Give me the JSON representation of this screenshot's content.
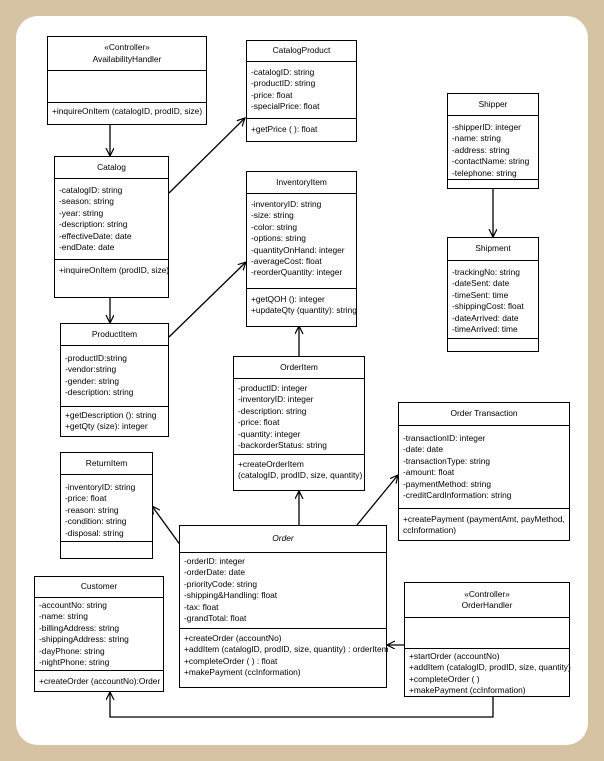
{
  "classes": {
    "availability_handler": {
      "stereotype": "«Controller»",
      "name": "AvailabilityHandler",
      "attributes": [],
      "operations": [
        "+inquireOnItem (catalogID, prodID, size)"
      ]
    },
    "catalog_product": {
      "name": "CatalogProduct",
      "attributes": [
        "-catalogID: string",
        "-productID: string",
        "-price: float",
        "-specialPrice: float"
      ],
      "operations": [
        "+getPrice ( ): float"
      ]
    },
    "shipper": {
      "name": "Shipper",
      "attributes": [
        "-shipperID: integer",
        "-name: string",
        "-address: string",
        "-contactName: string",
        "-telephone: string"
      ],
      "operations": []
    },
    "catalog": {
      "name": "Catalog",
      "attributes": [
        "-catalogID: string",
        "-season: string",
        "-year: string",
        "-description: string",
        "-effectiveDate: date",
        "-endDate: date"
      ],
      "operations": [
        "+inquireOnItem (prodID, size)"
      ]
    },
    "inventory_item": {
      "name": "InventoryItem",
      "attributes": [
        "-inventoryID: string",
        "-size: string",
        "-color: string",
        "-options: string",
        "-quantityOnHand: integer",
        "-averageCost: float",
        "-reorderQuantity: integer"
      ],
      "operations": [
        "+getQOH (): integer",
        "+updateQty (quantity): string"
      ]
    },
    "shipment": {
      "name": "Shipment",
      "attributes": [
        "-trackingNo: string",
        "-dateSent: date",
        "-timeSent: time",
        "-shippingCost: float",
        "-dateArrived: date",
        "-timeArrived: time"
      ],
      "operations": []
    },
    "product_item": {
      "name": "ProductItem",
      "attributes": [
        "-productID:string",
        "-vendor:string",
        "-gender: string",
        "-description: string"
      ],
      "operations": [
        "+getDescription (): string",
        "+getQty (size): integer"
      ]
    },
    "order_item": {
      "name": "OrderItem",
      "attributes": [
        "-productID: integer",
        "-inventoryID: integer",
        "-description: string",
        "-price: float",
        "-quantity: integer",
        "-backorderStatus: string"
      ],
      "operations": [
        "+createOrderItem",
        "(catalogID, prodID, size, quantity)"
      ]
    },
    "order_transaction": {
      "name": "Order Transaction",
      "attributes": [
        "-transactionID: integer",
        "-date: date",
        "-transactionType: string",
        "-amount: float",
        "-paymentMethod: string",
        "-creditCardInformation: string"
      ],
      "operations": [
        "+createPayment (paymentAmt, payMethod,",
        "ccInformation)"
      ]
    },
    "return_item": {
      "name": "ReturnItem",
      "attributes": [
        "-inventoryID: string",
        "-price: float",
        "-reason: string",
        "-condition: string",
        "-disposal: string"
      ],
      "operations": []
    },
    "order": {
      "name": "Order",
      "attributes": [
        "-orderID: integer",
        "-orderDate: date",
        "-priorityCode: string",
        "-shipping&Handling: float",
        "-tax: float",
        "-grandTotal: float"
      ],
      "operations": [
        "+createOrder (accountNo)",
        "+addItem (catalogID, prodID, size, quantity) : orderItem",
        "+completeOrder ( ) : float",
        "+makePayment (ccInformation)"
      ]
    },
    "customer": {
      "name": "Customer",
      "attributes": [
        "-accountNo: string",
        "-name: string",
        "-billingAddress: string",
        "-shippingAddress: string",
        "-dayPhone: string",
        "-nightPhone: string"
      ],
      "operations": [
        "+createOrder (accountNo):Order"
      ]
    },
    "order_handler": {
      "stereotype": "«Controller»",
      "name": "OrderHandler",
      "attributes": [],
      "operations": [
        "+startOrder (accountNo)",
        "+addItem (catalogID, prodID, size, quantity)",
        "+completeOrder ( )",
        "+makePayment (ccInformation)"
      ]
    }
  }
}
